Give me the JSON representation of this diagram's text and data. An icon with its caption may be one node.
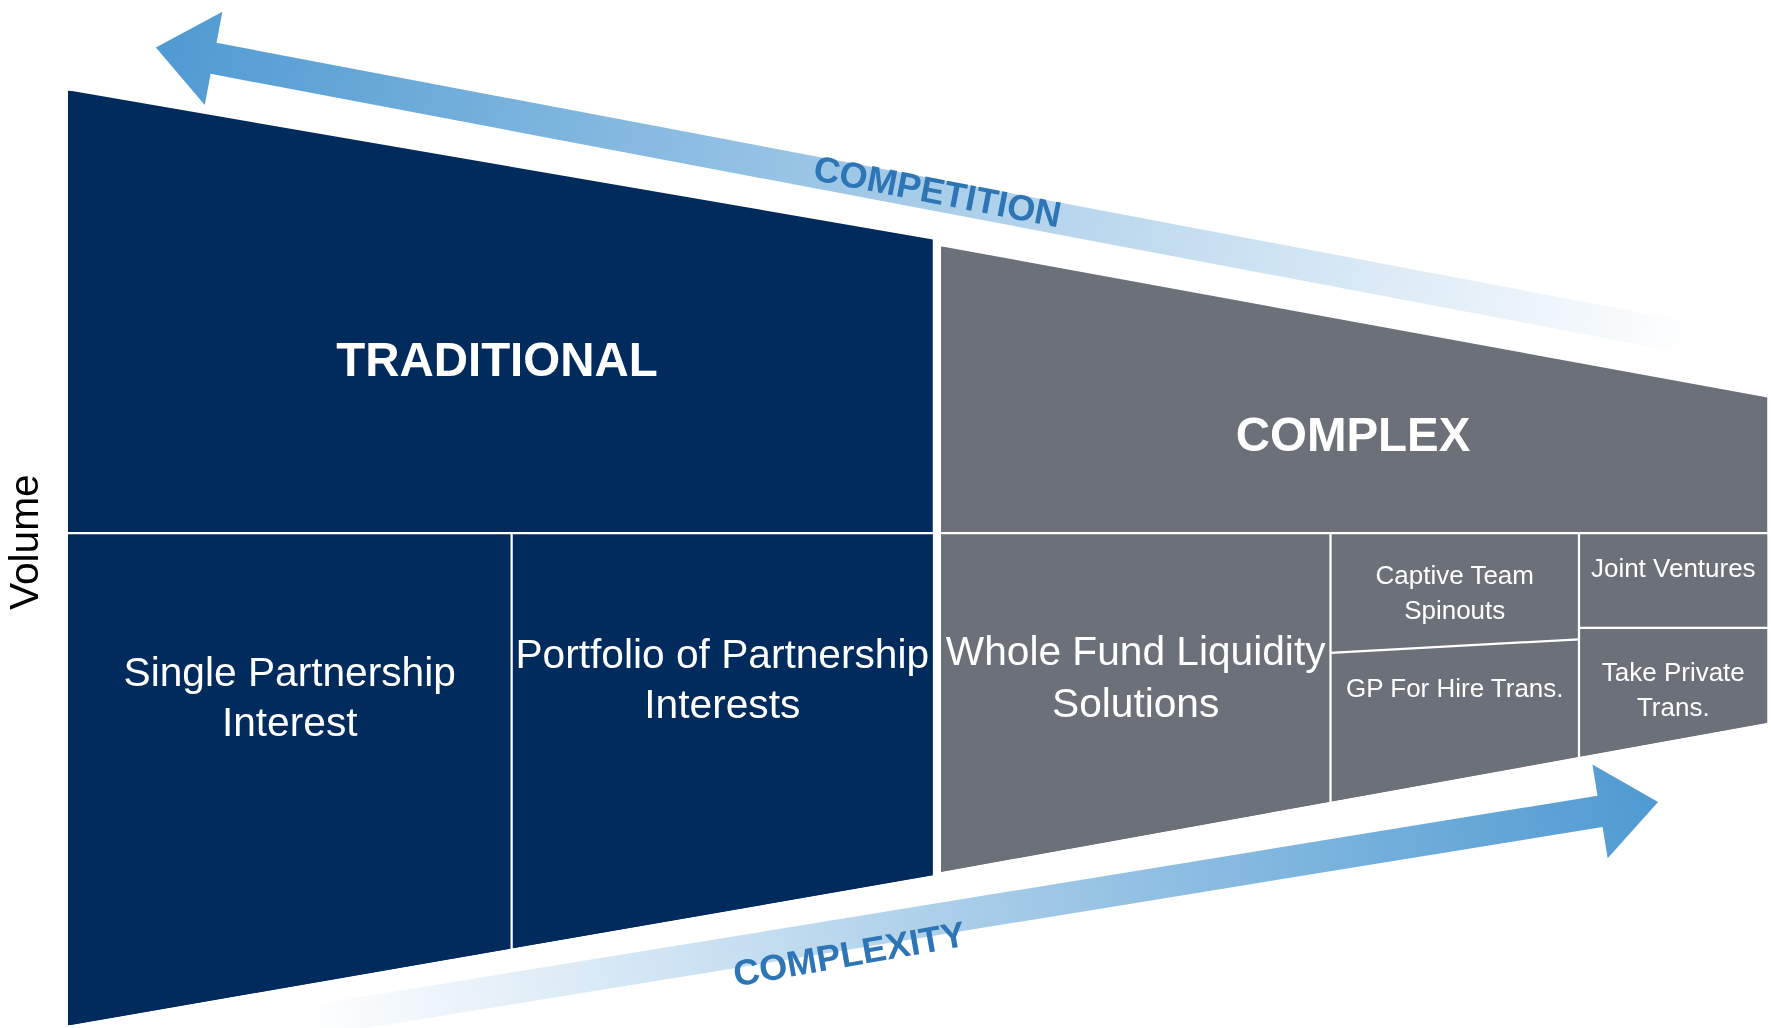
{
  "diagram": {
    "nodes": [
      {
        "text": [
          "TRADITIONAL"
        ]
      },
      {
        "text": [
          "Single Partnership Interest"
        ],
        "in": 0
      },
      {
        "text": [
          "Portfolio of Partnership Interests"
        ],
        "in": 0
      },
      {
        "text": [
          "COMPLEX"
        ]
      },
      {
        "text": [
          "Whole Fund Liquidity Solutions"
        ],
        "in": 3
      },
      {
        "text": [
          "Captive Team Spinouts"
        ],
        "in": 3
      },
      {
        "text": [
          "Joint Ventures"
        ],
        "in": 3
      },
      {
        "text": [
          "GP For Hire Trans."
        ],
        "in": 3
      },
      {
        "text": [
          "Take Private Trans."
        ],
        "in": 3
      }
    ],
    "labels": [
      "COMPETITION",
      "Volume",
      "COMPLEXITY"
    ]
  }
}
